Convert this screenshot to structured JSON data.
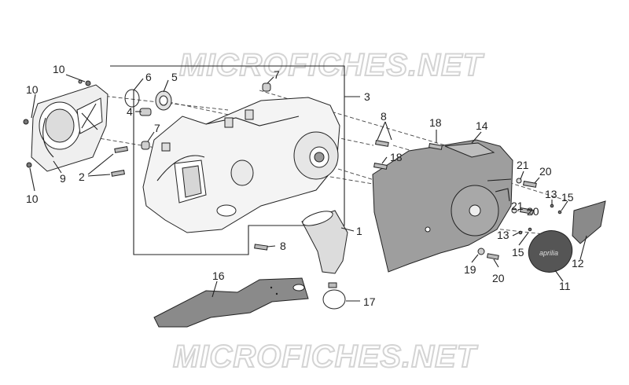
{
  "watermark": {
    "text": "MICROFICHES.NET"
  },
  "colors": {
    "cover_grey": "#9e9e9e",
    "gasket_grey": "#8a8a8a",
    "case_fill": "#f4f4f4",
    "dark_cap": "#555555"
  },
  "callouts": [
    {
      "id": "c10a",
      "label": "10"
    },
    {
      "id": "c10b",
      "label": "10"
    },
    {
      "id": "c10c",
      "label": "10"
    },
    {
      "id": "c9",
      "label": "9"
    },
    {
      "id": "c2",
      "label": "2"
    },
    {
      "id": "c6",
      "label": "6"
    },
    {
      "id": "c5",
      "label": "5"
    },
    {
      "id": "c4",
      "label": "4"
    },
    {
      "id": "c7a",
      "label": "7"
    },
    {
      "id": "c7b",
      "label": "7"
    },
    {
      "id": "c3",
      "label": "3"
    },
    {
      "id": "c1",
      "label": "1"
    },
    {
      "id": "c8a",
      "label": "8"
    },
    {
      "id": "c8b",
      "label": "8"
    },
    {
      "id": "c18a",
      "label": "18"
    },
    {
      "id": "c18b",
      "label": "18"
    },
    {
      "id": "c14",
      "label": "14"
    },
    {
      "id": "c21a",
      "label": "21"
    },
    {
      "id": "c20a",
      "label": "20"
    },
    {
      "id": "c13a",
      "label": "13"
    },
    {
      "id": "c15a",
      "label": "15"
    },
    {
      "id": "c21b",
      "label": "21"
    },
    {
      "id": "c20b",
      "label": "20"
    },
    {
      "id": "c13b",
      "label": "13"
    },
    {
      "id": "c15b",
      "label": "15"
    },
    {
      "id": "c19",
      "label": "19"
    },
    {
      "id": "c20c",
      "label": "20"
    },
    {
      "id": "c11",
      "label": "11"
    },
    {
      "id": "c12",
      "label": "12"
    },
    {
      "id": "c16",
      "label": "16"
    },
    {
      "id": "c17",
      "label": "17"
    }
  ],
  "badge_text": "aprilia"
}
